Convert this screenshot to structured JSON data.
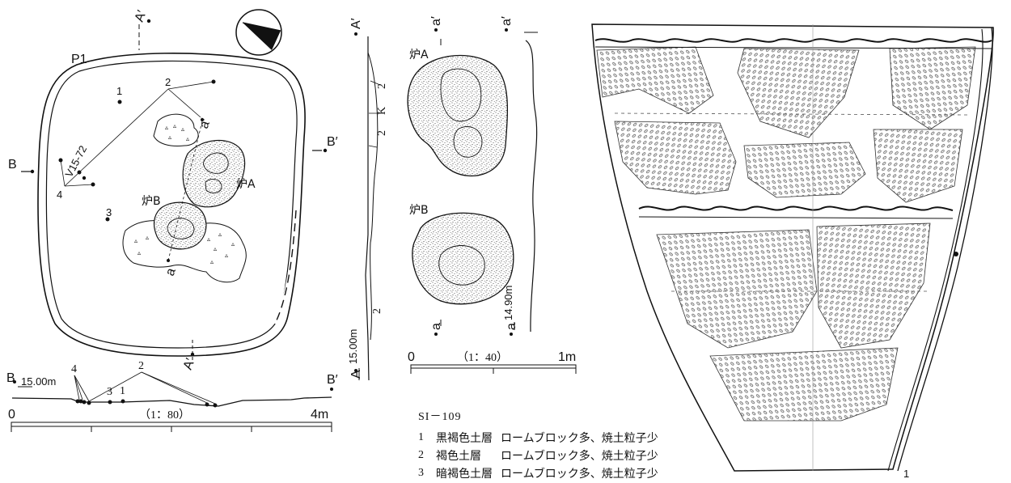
{
  "plan": {
    "pit_label": "P1",
    "section_labels": {
      "a_prime_top": "A′",
      "a_bottom": "A′",
      "b_left": "B",
      "b_right": "B′"
    },
    "hearth_labels": {
      "hearth_a": "炉A",
      "hearth_b": "炉B"
    },
    "hearth_section_labels": {
      "a_prime": "a′",
      "a": "a"
    },
    "artifact_numbers": {
      "n1": "1",
      "n2": "2",
      "n3": "3",
      "n4": "4"
    },
    "artifact_code": "V15-72",
    "profile_elevation": "15.00m",
    "profile_left": "B",
    "profile_right": "B′",
    "profile_numbers": {
      "n4": "4",
      "n2": "2",
      "n3": "3",
      "n1": "1"
    },
    "scale": {
      "start": "0",
      "ratio": "（1：80）",
      "end": "4m"
    }
  },
  "section": {
    "top_label": "A′",
    "bottom_label": "A",
    "elevation": "15.00m",
    "layers": {
      "l2a": "2",
      "lk": "K",
      "l2b": "2",
      "l2c": "2"
    }
  },
  "hearths": {
    "hearth_a": "炉A",
    "hearth_b": "炉B",
    "top_left": "a′",
    "top_right": "a′",
    "bottom_left": "a",
    "bottom_right": "a",
    "elevation": "14.90m",
    "scale": {
      "start": "0",
      "ratio": "（1：40）",
      "end": "1m"
    }
  },
  "legend": {
    "code": "SI－109",
    "rows": [
      {
        "num": "1",
        "name": "黒褐色土層",
        "desc": "ロームブロック多、焼土粒子少"
      },
      {
        "num": "2",
        "name": "褐色土層",
        "desc": "ロームブロック多、焼土粒子少"
      },
      {
        "num": "3",
        "name": "暗褐色土層",
        "desc": "ロームブロック多、焼土粒子少"
      }
    ]
  },
  "pottery": {
    "number": "1"
  }
}
